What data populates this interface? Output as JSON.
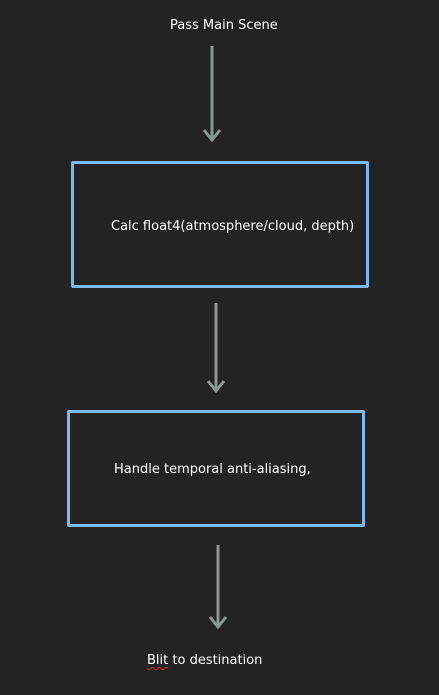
{
  "diagram": {
    "colors": {
      "background": "#232323",
      "box_border": "#7cb9f0",
      "arrow": "#8b9697",
      "text": "#ffffff"
    },
    "start_label": "Pass Main Scene",
    "box1_text": "Calc float4(atmosphere/cloud, depth)",
    "box2_text": "Handle temporal anti-aliasing,",
    "end_label_misspelled": "Blit",
    "end_label_rest": " to destination"
  }
}
